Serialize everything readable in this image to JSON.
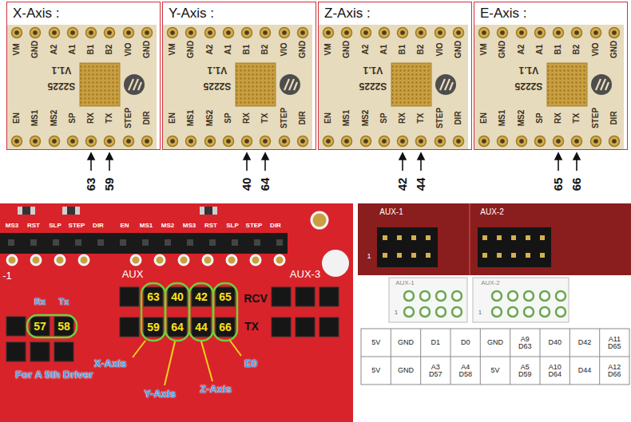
{
  "diagram": {
    "nodes": [
      {
        "text": [
          "X-Axis :"
        ]
      },
      {
        "text": [
          "Y-Axis :"
        ]
      },
      {
        "text": [
          "Z-Axis :"
        ]
      },
      {
        "text": [
          "E-Axis :"
        ]
      }
    ],
    "labels": [
      "VM",
      "GND",
      "A2",
      "A1",
      "B1",
      "B2",
      "VIO",
      "GND",
      "V1.1",
      "S2225",
      "EN",
      "MS1",
      "MS2",
      "SP",
      "RX",
      "TX",
      "STEP",
      "DIR",
      "63",
      "59",
      "VM",
      "GND",
      "A2",
      "A1",
      "B1",
      "B2",
      "VIO",
      "GND",
      "V1.1",
      "S2225",
      "EN",
      "MS1",
      "MS2",
      "SP",
      "RX",
      "TX",
      "STEP",
      "DIR",
      "40",
      "64",
      "VM",
      "GND",
      "A2",
      "A1",
      "B1",
      "B2",
      "VIO",
      "GND",
      "V1.1",
      "S2225",
      "EN",
      "MS1",
      "MS2",
      "SP",
      "RX",
      "TX",
      "STEP",
      "DIR",
      "42",
      "44",
      "VM",
      "GND",
      "A2",
      "A1",
      "B1",
      "B2",
      "VIO",
      "GND",
      "V1.1",
      "S2225",
      "EN",
      "MS1",
      "MS2",
      "SP",
      "RX",
      "TX",
      "STEP",
      "DIR",
      "65",
      "66",
      "MS3",
      "RST",
      "SLP",
      "STEP",
      "DIR",
      "EN",
      "MS1",
      "MS2",
      "MS3",
      "RST",
      "SLP",
      "STEP",
      "DIR",
      "-1",
      "Rx",
      "Tx",
      "57",
      "58",
      "For A 5th Driver",
      "AUX",
      "63",
      "40",
      "42",
      "65",
      "59",
      "64",
      "44",
      "66",
      "RCV",
      "TX",
      "X-Axis",
      "Y-Axis",
      "Z-Axis",
      "E0",
      "AUX-3",
      "AUX-1",
      "AUX-2",
      "1",
      "AUX-1",
      "AUX-2",
      "1",
      "1",
      "5V",
      "GND",
      "D1",
      "D0",
      "GND",
      "A9 D63",
      "D40",
      "D42",
      "A11 D65",
      "5V",
      "GND",
      "A3 D57",
      "A4 D58",
      "5V",
      "A5 D59",
      "A10 D64",
      "D44",
      "A12 D66"
    ]
  }
}
